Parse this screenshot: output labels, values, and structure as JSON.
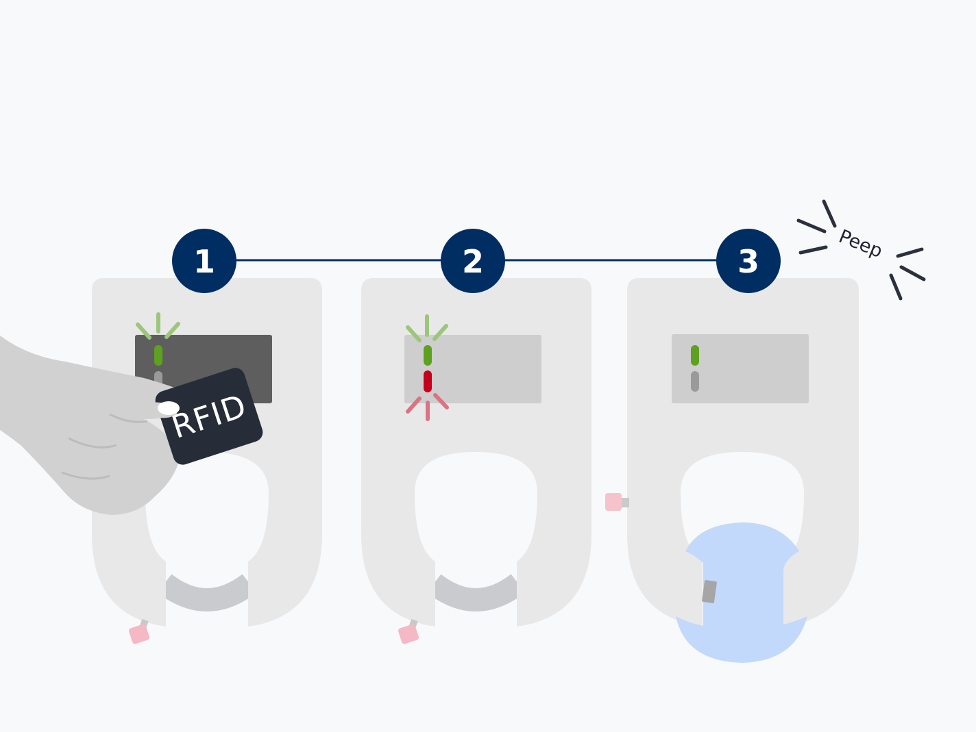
{
  "steps": [
    {
      "number": "1"
    },
    {
      "number": "2"
    },
    {
      "number": "3"
    }
  ],
  "card": {
    "label": "RFID"
  },
  "sound": {
    "label": "Peep"
  },
  "colors": {
    "step_circle": "#002d62",
    "connector": "#002d62",
    "lock_body": "#e8e8e8",
    "led_green": "#5ea020",
    "led_red": "#c4001c",
    "led_off": "#9a9a9a",
    "card": "#262c38",
    "wheel": "#c3d9fb",
    "handle": "#f4b9c4"
  },
  "icons": {
    "hand": "hand-holding-card-icon",
    "card": "rfid-card-icon",
    "sound": "beep-sound-icon"
  }
}
